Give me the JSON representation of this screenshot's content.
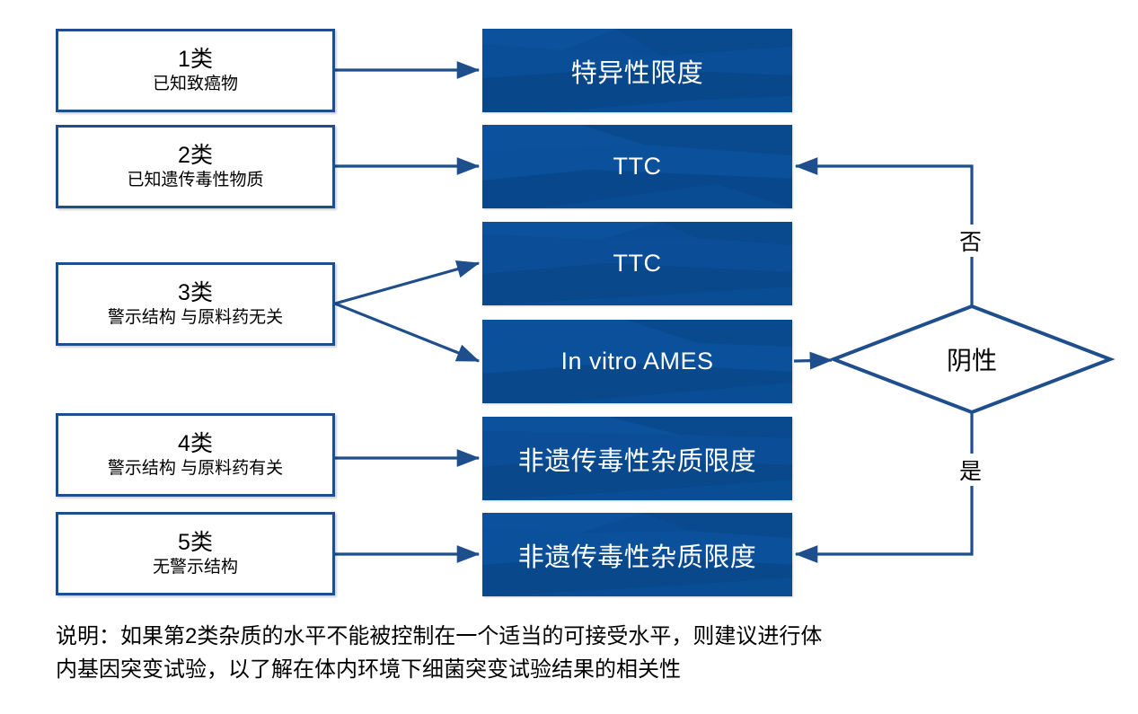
{
  "colors": {
    "box_border": "#1F4E8C",
    "process_fill": "#0A4C95",
    "arrow": "#1F4E8C",
    "process_text": "#FFFFFF",
    "body_text": "#000000",
    "background": "#FFFFFF"
  },
  "classes": [
    {
      "id": "class-1",
      "number": "1类",
      "description": "已知致癌物"
    },
    {
      "id": "class-2",
      "number": "2类",
      "description": "已知遗传毒性物质"
    },
    {
      "id": "class-3",
      "number": "3类",
      "description": "警示结构 与原料药无关"
    },
    {
      "id": "class-4",
      "number": "4类",
      "description": "警示结构 与原料药有关"
    },
    {
      "id": "class-5",
      "number": "5类",
      "description": "无警示结构"
    }
  ],
  "processes": [
    {
      "id": "process-specific-limit",
      "label": "特异性限度"
    },
    {
      "id": "process-ttc-class2",
      "label": "TTC"
    },
    {
      "id": "process-ttc-class3",
      "label": "TTC"
    },
    {
      "id": "process-in-vitro-ames",
      "label": "In vitro AMES"
    },
    {
      "id": "process-non-genotoxic-limit-class4",
      "label": "非遗传毒性杂质限度"
    },
    {
      "id": "process-non-genotoxic-limit-class5",
      "label": "非遗传毒性杂质限度"
    }
  ],
  "decision": {
    "id": "decision-negative",
    "label": "阴性"
  },
  "edge_labels": {
    "no": "否",
    "yes": "是"
  },
  "caption": {
    "line1": "说明：如果第2类杂质的水平不能被控制在一个适当的可接受水平，则建议进行体",
    "line2": "内基因突变试验，以了解在体内环境下细菌突变试验结果的相关性"
  }
}
